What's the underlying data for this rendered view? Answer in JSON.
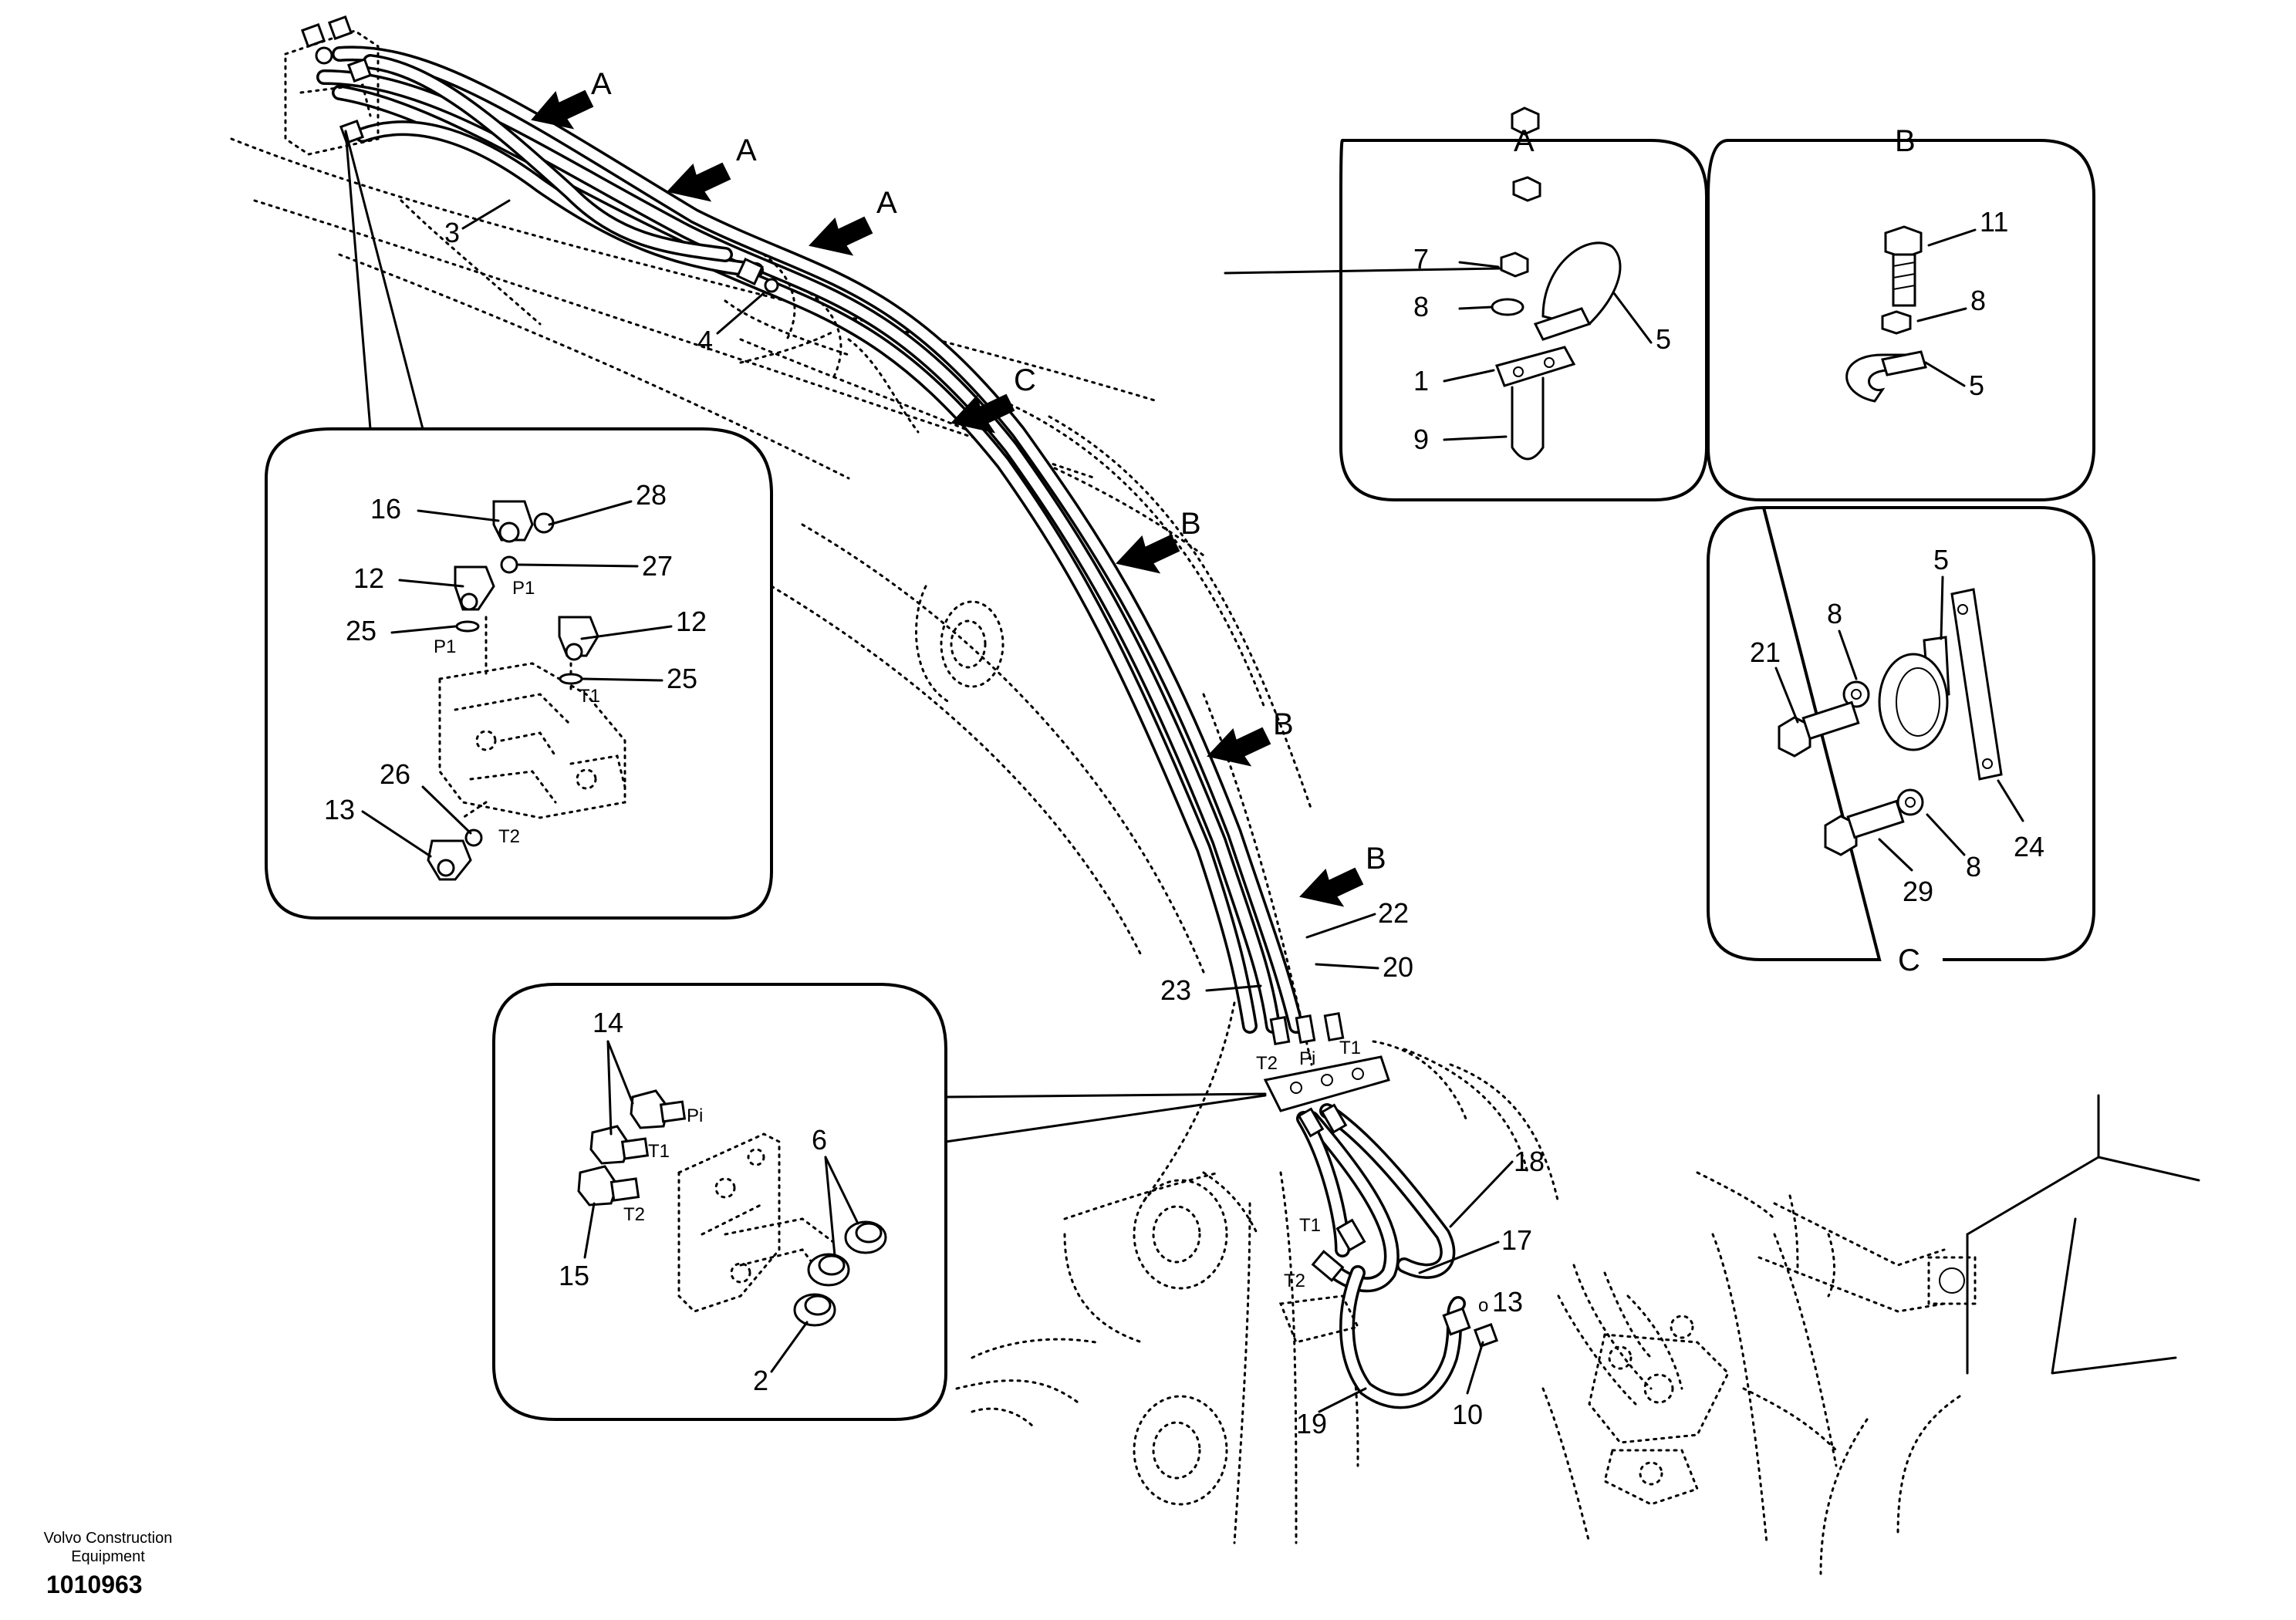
{
  "footer": {
    "brand_line1": "Volvo Construction",
    "brand_line2": "Equipment",
    "doc_number": "1010963"
  },
  "views": {
    "a": "A",
    "b": "B",
    "c": "C"
  },
  "main_callouts": {
    "c3": "3",
    "c4": "4",
    "c22": "22",
    "c20": "20",
    "c23": "23",
    "c18": "18",
    "c17": "17",
    "c19": "19",
    "c10": "10",
    "c13": "13"
  },
  "port_labels": {
    "t2": "T2",
    "pi": "Pi",
    "t1": "T1",
    "p1": "P1",
    "o": "o"
  },
  "detail_valve": {
    "c16": "16",
    "c28": "28",
    "c12a": "12",
    "c27": "27",
    "c25a": "25",
    "c12b": "12",
    "c25b": "25",
    "c26": "26",
    "c13": "13",
    "p1a": "P1",
    "p1b": "P1",
    "t1": "T1",
    "t2": "T2"
  },
  "detail_block": {
    "c14": "14",
    "c6": "6",
    "c15": "15",
    "c2": "2",
    "pi": "Pi",
    "t1": "T1",
    "t2": "T2"
  },
  "detail_a": {
    "c7": "7",
    "c8": "8",
    "c1": "1",
    "c9": "9",
    "c5": "5"
  },
  "detail_b": {
    "c11": "11",
    "c8": "8",
    "c5": "5"
  },
  "detail_c": {
    "c5": "5",
    "c8a": "8",
    "c21": "21",
    "c24": "24",
    "c29": "29",
    "c8b": "8"
  }
}
